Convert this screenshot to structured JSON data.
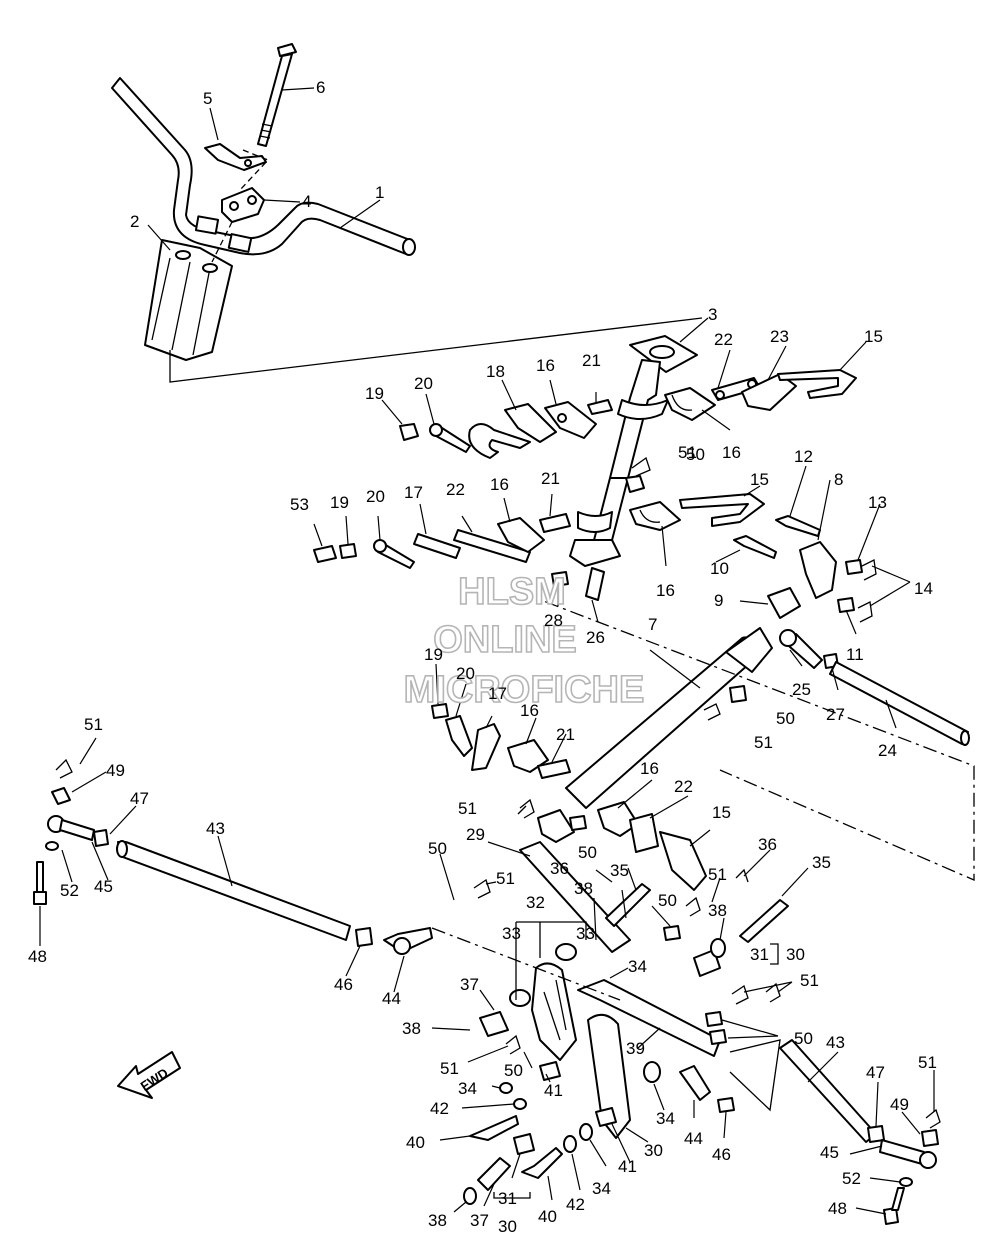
{
  "watermark": {
    "line1": "HLSM",
    "line2": "ONLINE",
    "line3": "MICROFICHE"
  },
  "direction_badge": "FWD",
  "callouts": [
    {
      "id": "c1",
      "text": "1"
    },
    {
      "id": "c2",
      "text": "2"
    },
    {
      "id": "c3",
      "text": "3"
    },
    {
      "id": "c4",
      "text": "4"
    },
    {
      "id": "c5",
      "text": "5"
    },
    {
      "id": "c6",
      "text": "6"
    },
    {
      "id": "c7",
      "text": "7"
    },
    {
      "id": "c8",
      "text": "8"
    },
    {
      "id": "c9",
      "text": "9"
    },
    {
      "id": "c10",
      "text": "10"
    },
    {
      "id": "c11",
      "text": "11"
    },
    {
      "id": "c12",
      "text": "12"
    },
    {
      "id": "c13",
      "text": "13"
    },
    {
      "id": "c14",
      "text": "14"
    },
    {
      "id": "c15a",
      "text": "15"
    },
    {
      "id": "c15b",
      "text": "15"
    },
    {
      "id": "c15c",
      "text": "15"
    },
    {
      "id": "c16a",
      "text": "16"
    },
    {
      "id": "c16b",
      "text": "16"
    },
    {
      "id": "c16c",
      "text": "16"
    },
    {
      "id": "c16d",
      "text": "16"
    },
    {
      "id": "c16e",
      "text": "16"
    },
    {
      "id": "c16f",
      "text": "16"
    },
    {
      "id": "c17a",
      "text": "17"
    },
    {
      "id": "c17b",
      "text": "17"
    },
    {
      "id": "c18",
      "text": "18"
    },
    {
      "id": "c19a",
      "text": "19"
    },
    {
      "id": "c19b",
      "text": "19"
    },
    {
      "id": "c19c",
      "text": "19"
    },
    {
      "id": "c20a",
      "text": "20"
    },
    {
      "id": "c20b",
      "text": "20"
    },
    {
      "id": "c20c",
      "text": "20"
    },
    {
      "id": "c21a",
      "text": "21"
    },
    {
      "id": "c21b",
      "text": "21"
    },
    {
      "id": "c21c",
      "text": "21"
    },
    {
      "id": "c22a",
      "text": "22"
    },
    {
      "id": "c22b",
      "text": "22"
    },
    {
      "id": "c22c",
      "text": "22"
    },
    {
      "id": "c23",
      "text": "23"
    },
    {
      "id": "c24",
      "text": "24"
    },
    {
      "id": "c25",
      "text": "25"
    },
    {
      "id": "c26",
      "text": "26"
    },
    {
      "id": "c27",
      "text": "27"
    },
    {
      "id": "c28",
      "text": "28"
    },
    {
      "id": "c29",
      "text": "29"
    },
    {
      "id": "c30a",
      "text": "30"
    },
    {
      "id": "c30b",
      "text": "30"
    },
    {
      "id": "c30c",
      "text": "30"
    },
    {
      "id": "c31a",
      "text": "31"
    },
    {
      "id": "c31b",
      "text": "31"
    },
    {
      "id": "c32",
      "text": "32"
    },
    {
      "id": "c33a",
      "text": "33"
    },
    {
      "id": "c33b",
      "text": "33"
    },
    {
      "id": "c34a",
      "text": "34"
    },
    {
      "id": "c34b",
      "text": "34"
    },
    {
      "id": "c34c",
      "text": "34"
    },
    {
      "id": "c34d",
      "text": "34"
    },
    {
      "id": "c35a",
      "text": "35"
    },
    {
      "id": "c35b",
      "text": "35"
    },
    {
      "id": "c36a",
      "text": "36"
    },
    {
      "id": "c36b",
      "text": "36"
    },
    {
      "id": "c37a",
      "text": "37"
    },
    {
      "id": "c37b",
      "text": "37"
    },
    {
      "id": "c38a",
      "text": "38"
    },
    {
      "id": "c38b",
      "text": "38"
    },
    {
      "id": "c38c",
      "text": "38"
    },
    {
      "id": "c38d",
      "text": "38"
    },
    {
      "id": "c39",
      "text": "39"
    },
    {
      "id": "c40a",
      "text": "40"
    },
    {
      "id": "c40b",
      "text": "40"
    },
    {
      "id": "c41a",
      "text": "41"
    },
    {
      "id": "c41b",
      "text": "41"
    },
    {
      "id": "c42a",
      "text": "42"
    },
    {
      "id": "c42b",
      "text": "42"
    },
    {
      "id": "c43a",
      "text": "43"
    },
    {
      "id": "c43b",
      "text": "43"
    },
    {
      "id": "c44a",
      "text": "44"
    },
    {
      "id": "c44b",
      "text": "44"
    },
    {
      "id": "c45a",
      "text": "45"
    },
    {
      "id": "c45b",
      "text": "45"
    },
    {
      "id": "c46a",
      "text": "46"
    },
    {
      "id": "c46b",
      "text": "46"
    },
    {
      "id": "c47a",
      "text": "47"
    },
    {
      "id": "c47b",
      "text": "47"
    },
    {
      "id": "c48a",
      "text": "48"
    },
    {
      "id": "c48b",
      "text": "48"
    },
    {
      "id": "c49a",
      "text": "49"
    },
    {
      "id": "c49b",
      "text": "49"
    },
    {
      "id": "c50a",
      "text": "50"
    },
    {
      "id": "c50b",
      "text": "50"
    },
    {
      "id": "c50c",
      "text": "50"
    },
    {
      "id": "c50d",
      "text": "50"
    },
    {
      "id": "c50e",
      "text": "50"
    },
    {
      "id": "c50f",
      "text": "50"
    },
    {
      "id": "c50g",
      "text": "50"
    },
    {
      "id": "c51a",
      "text": "51"
    },
    {
      "id": "c51b",
      "text": "51"
    },
    {
      "id": "c51c",
      "text": "51"
    },
    {
      "id": "c51d",
      "text": "51"
    },
    {
      "id": "c51e",
      "text": "51"
    },
    {
      "id": "c51f",
      "text": "51"
    },
    {
      "id": "c51g",
      "text": "51"
    },
    {
      "id": "c51h",
      "text": "51"
    },
    {
      "id": "c51i",
      "text": "51"
    },
    {
      "id": "c52a",
      "text": "52"
    },
    {
      "id": "c52b",
      "text": "52"
    },
    {
      "id": "c53",
      "text": "53"
    }
  ]
}
